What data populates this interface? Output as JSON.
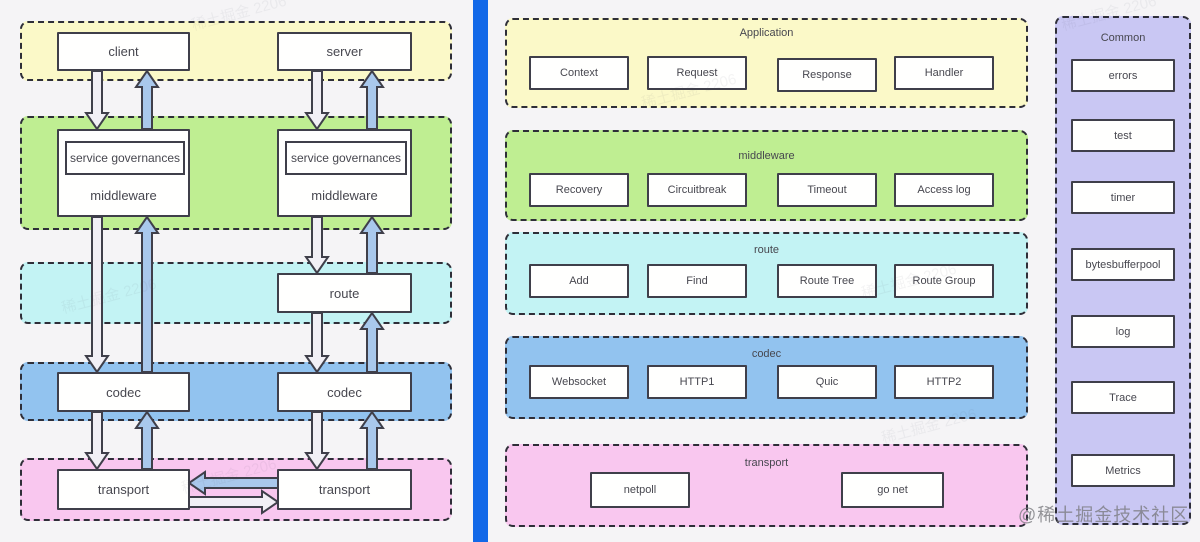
{
  "left_panel": {
    "client": "client",
    "server": "server",
    "service_governances": "service governances",
    "middleware": "middleware",
    "route": "route",
    "codec": "codec",
    "transport": "transport"
  },
  "right_panel": {
    "bands": [
      {
        "title": "Application",
        "items": [
          "Context",
          "Request",
          "Response",
          "Handler"
        ]
      },
      {
        "title": "middleware",
        "items": [
          "Recovery",
          "Circuitbreak",
          "Timeout",
          "Access log"
        ]
      },
      {
        "title": "route",
        "items": [
          "Add",
          "Find",
          "Route Tree",
          "Route Group"
        ]
      },
      {
        "title": "codec",
        "items": [
          "Websocket",
          "HTTP1",
          "Quic",
          "HTTP2"
        ]
      },
      {
        "title": "transport",
        "items": [
          "netpoll",
          "go net"
        ]
      }
    ],
    "common": {
      "title": "Common",
      "items": [
        "errors",
        "test",
        "timer",
        "bytesbufferpool",
        "log",
        "Trace",
        "Metrics"
      ]
    }
  },
  "watermark": {
    "footer": "@稀土掘金技术社区",
    "ghost": "稀土掘金 2206"
  },
  "colors": {
    "bg": "#f5f4f6",
    "band_yellow": "#fbf9c8",
    "band_green": "#bfee92",
    "band_cyan": "#c3f3f4",
    "band_blue": "#92c3ef",
    "band_pink": "#f9c7ef",
    "band_lavender": "#c9c7f3",
    "divider_blue": "#1268e8",
    "arrow_down_fill": "#f1eff5",
    "arrow_up_fill": "#a9c8ec",
    "border_dark": "#2e2e38",
    "border_dark2": "#3f3f4a",
    "box_bg": "#fffffe",
    "text": "#47474f"
  }
}
